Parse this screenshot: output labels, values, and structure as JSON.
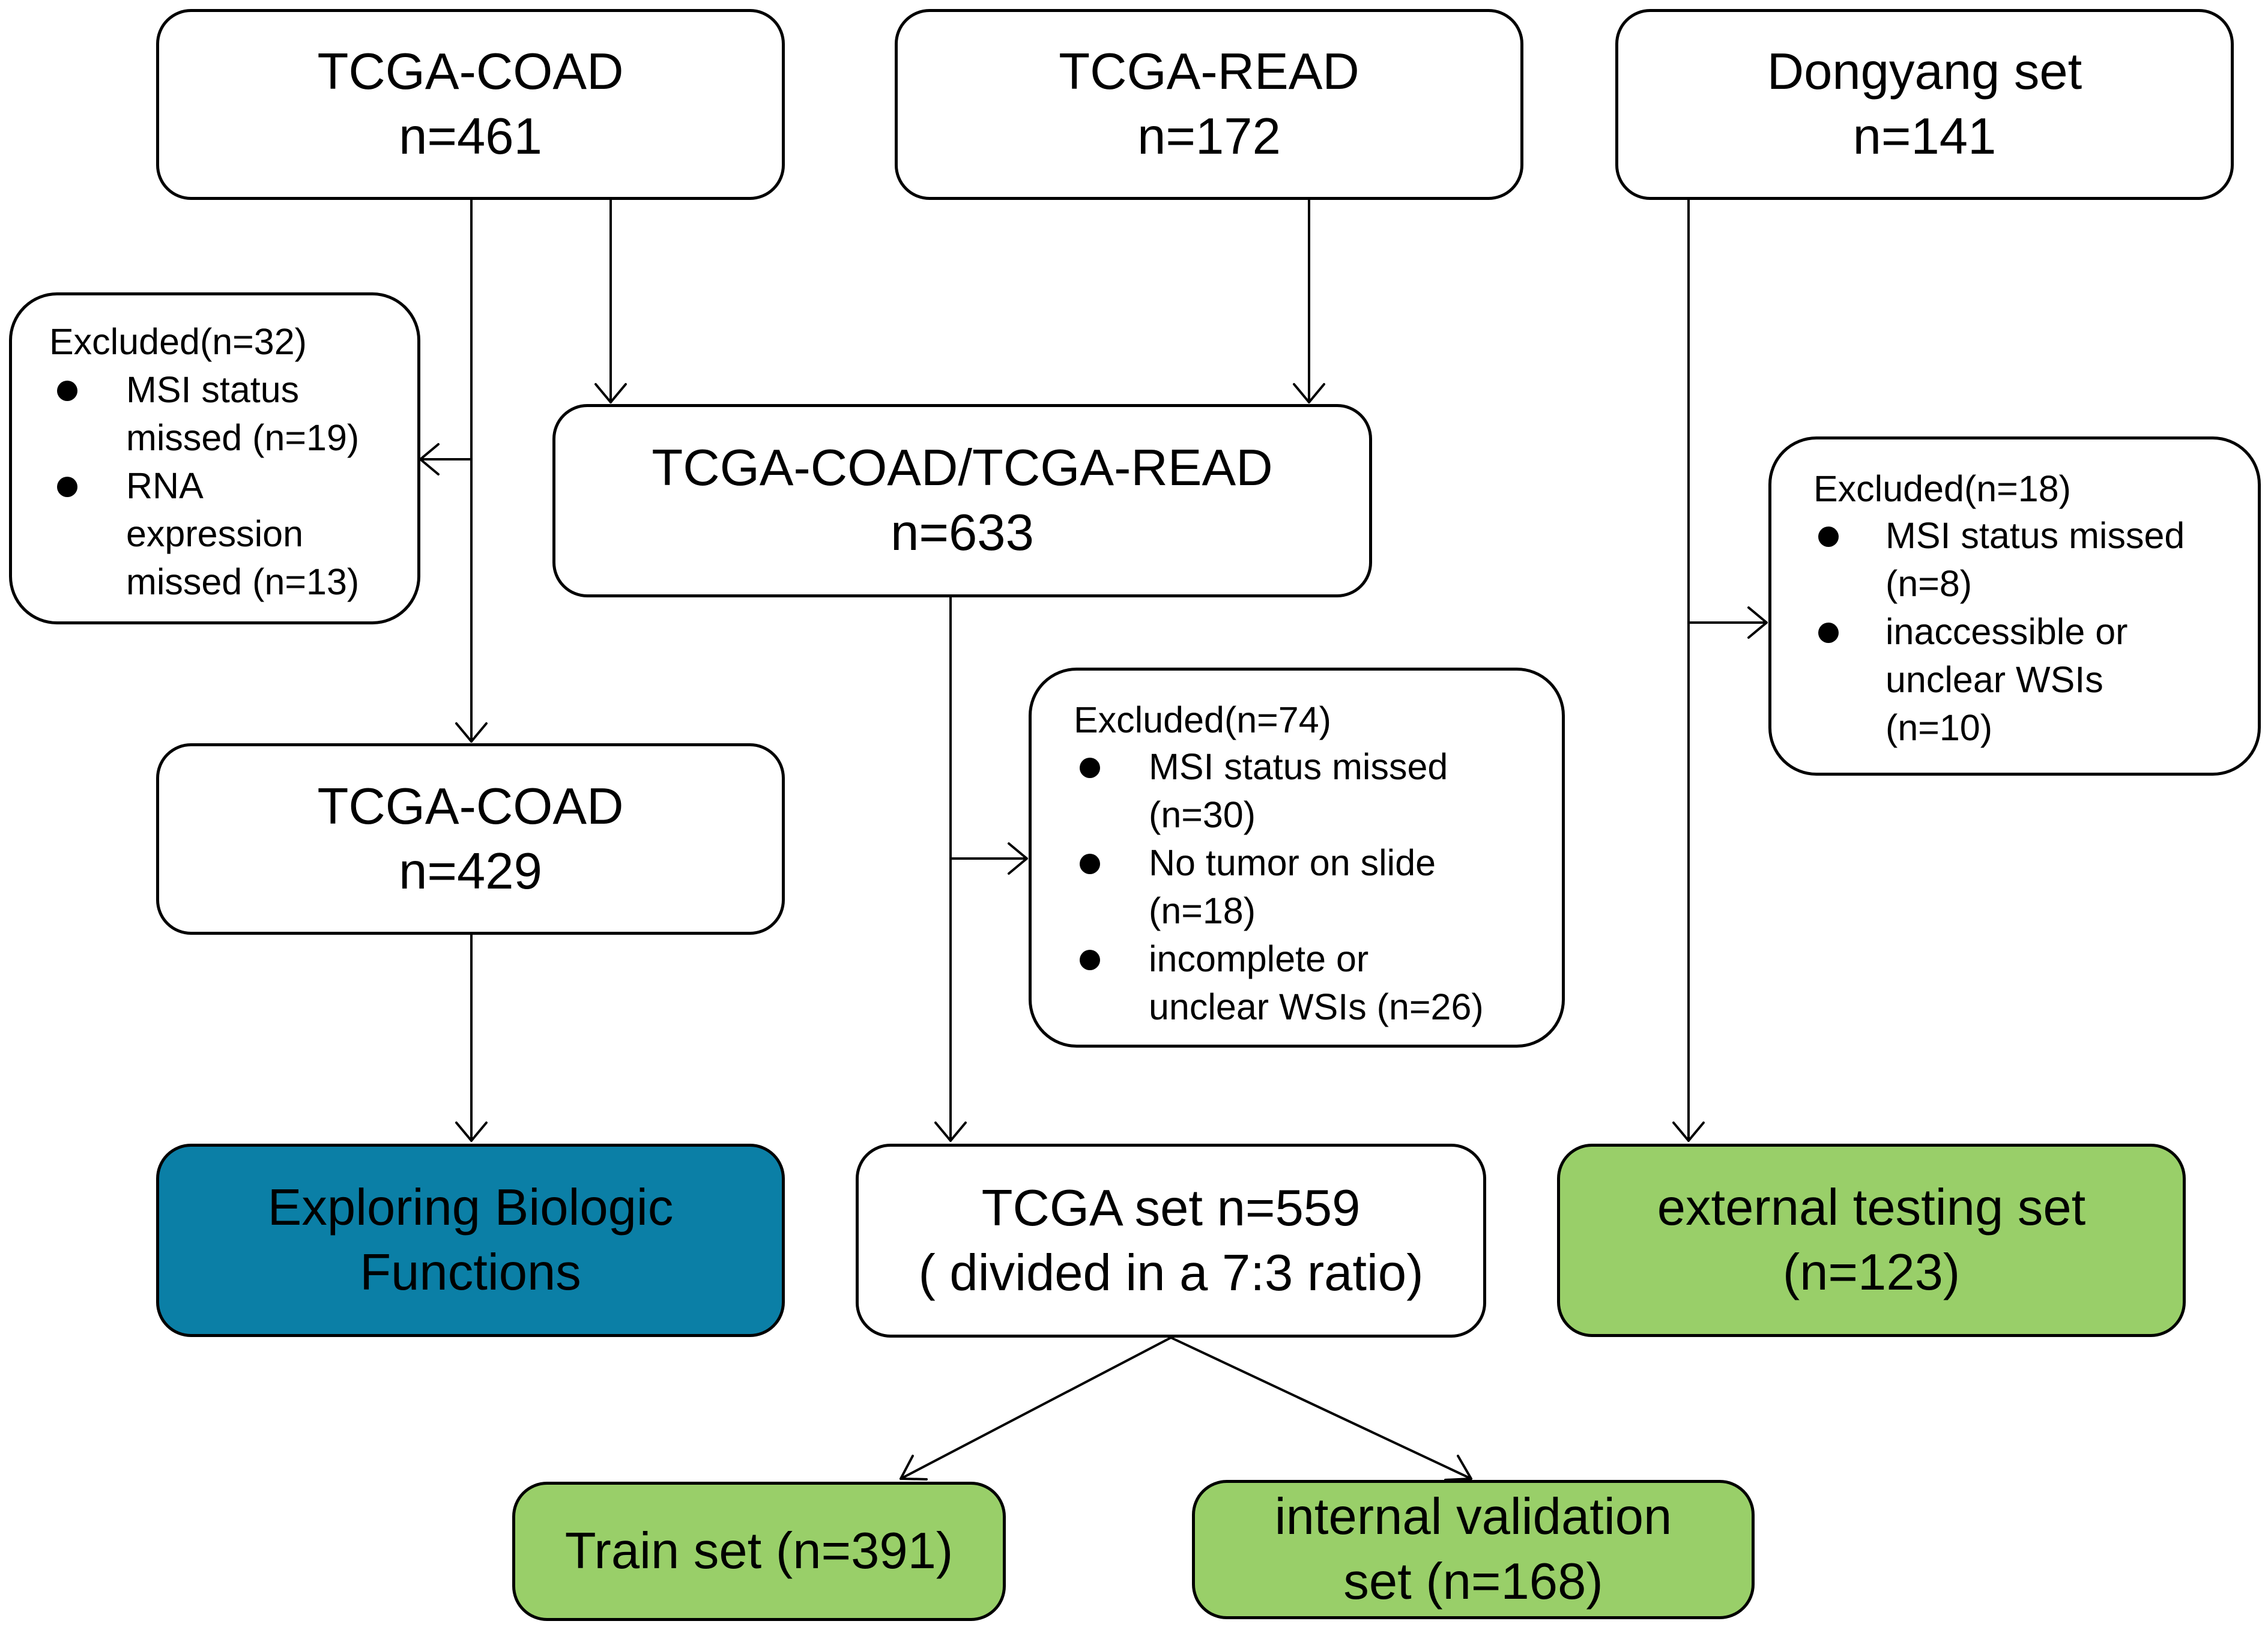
{
  "nodes": {
    "tcga_coad": {
      "title": "TCGA-COAD",
      "count": "n=461"
    },
    "tcga_read": {
      "title": "TCGA-READ",
      "count": "n=172"
    },
    "dongyang": {
      "title": "Dongyang set",
      "count": "n=141"
    },
    "combined": {
      "title": "TCGA-COAD/TCGA-READ",
      "count": "n=633"
    },
    "tcga_coad_filtered": {
      "title": "TCGA-COAD",
      "count": "n=429"
    },
    "biologic": {
      "line1": "Exploring Biologic",
      "line2": "Functions",
      "color": "#0b7fa6"
    },
    "tcga_set": {
      "line1": "TCGA set n=559",
      "line2": "( divided in a 7:3 ratio)"
    },
    "external": {
      "line1": "external testing set",
      "line2": "(n=123)",
      "color": "#99cf69"
    },
    "train": {
      "label": "Train set (n=391)",
      "color": "#99cf69"
    },
    "internal": {
      "line1": "internal validation",
      "line2": "set (n=168)",
      "color": "#99cf69"
    }
  },
  "exclusions": {
    "left": {
      "header": "Excluded(n=32)",
      "items": [
        {
          "line1": "MSI status",
          "line2": "missed (n=19)"
        },
        {
          "line1": "RNA",
          "line2": "expression",
          "line3": "missed (n=13)"
        }
      ]
    },
    "middle": {
      "header": "Excluded(n=74)",
      "items": [
        {
          "line1": "MSI status missed",
          "line2": "(n=30)"
        },
        {
          "line1": "No tumor on slide",
          "line2": "(n=18)"
        },
        {
          "line1": "incomplete or",
          "line2": "unclear WSIs (n=26)"
        }
      ]
    },
    "right": {
      "header": "Excluded(n=18)",
      "items": [
        {
          "line1": "MSI status missed",
          "line2": "(n=8)"
        },
        {
          "line1": "inaccessible or",
          "line2": "unclear WSIs",
          "line3": "(n=10)"
        }
      ]
    }
  }
}
